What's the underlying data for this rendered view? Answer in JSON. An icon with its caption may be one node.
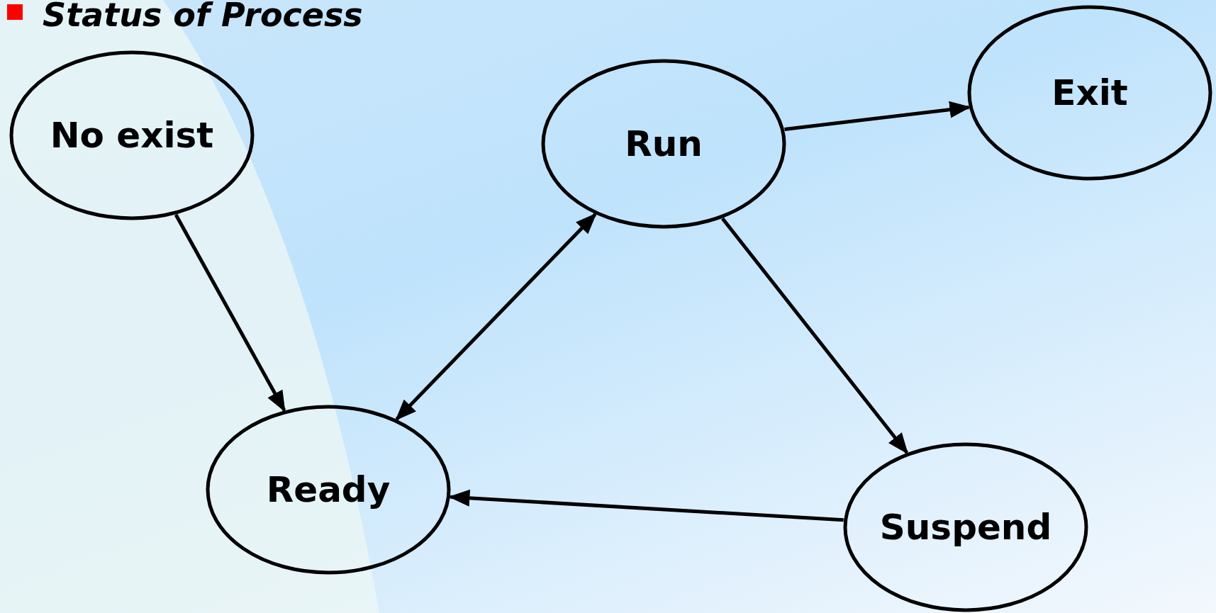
{
  "diagram": {
    "title": "Status of Process",
    "nodes": [
      {
        "text": [
          "No exist"
        ]
      },
      {
        "text": [
          "Run"
        ]
      },
      {
        "text": [
          "Exit"
        ]
      },
      {
        "text": [
          "Ready"
        ]
      },
      {
        "text": [
          "Suspend"
        ]
      }
    ],
    "edges": [
      {
        "from": 0,
        "to": 3,
        "arrow": "to"
      },
      {
        "from": 1,
        "to": 3,
        "arrow": "both"
      },
      {
        "from": 1,
        "to": 2,
        "arrow": "to"
      },
      {
        "from": 1,
        "to": 4,
        "arrow": "to"
      },
      {
        "from": 4,
        "to": 3,
        "arrow": "to"
      }
    ]
  }
}
